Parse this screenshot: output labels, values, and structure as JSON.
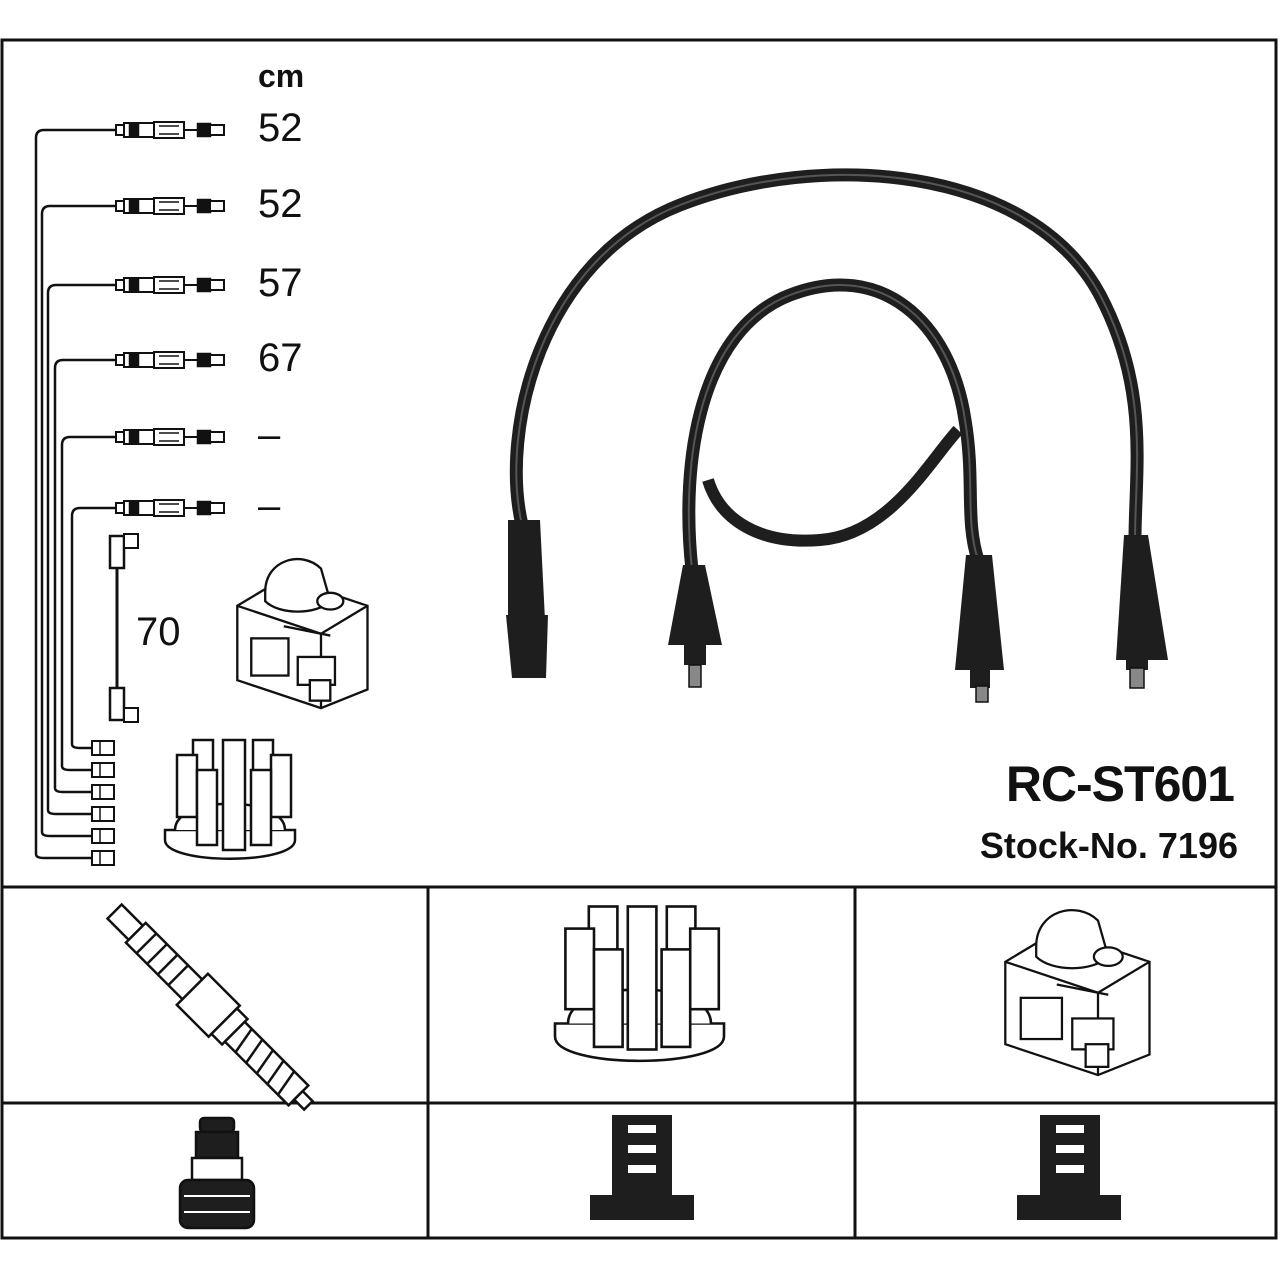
{
  "unit": "cm",
  "lead_lengths": [
    "52",
    "52",
    "57",
    "67",
    "–",
    "–"
  ],
  "coil_lead_length": "70",
  "product": {
    "model": "RC-ST601",
    "stock_number": "Stock-No. 7196"
  },
  "colors": {
    "ink": "#111111",
    "cable": "#1e1e1e",
    "background": "#ffffff"
  }
}
